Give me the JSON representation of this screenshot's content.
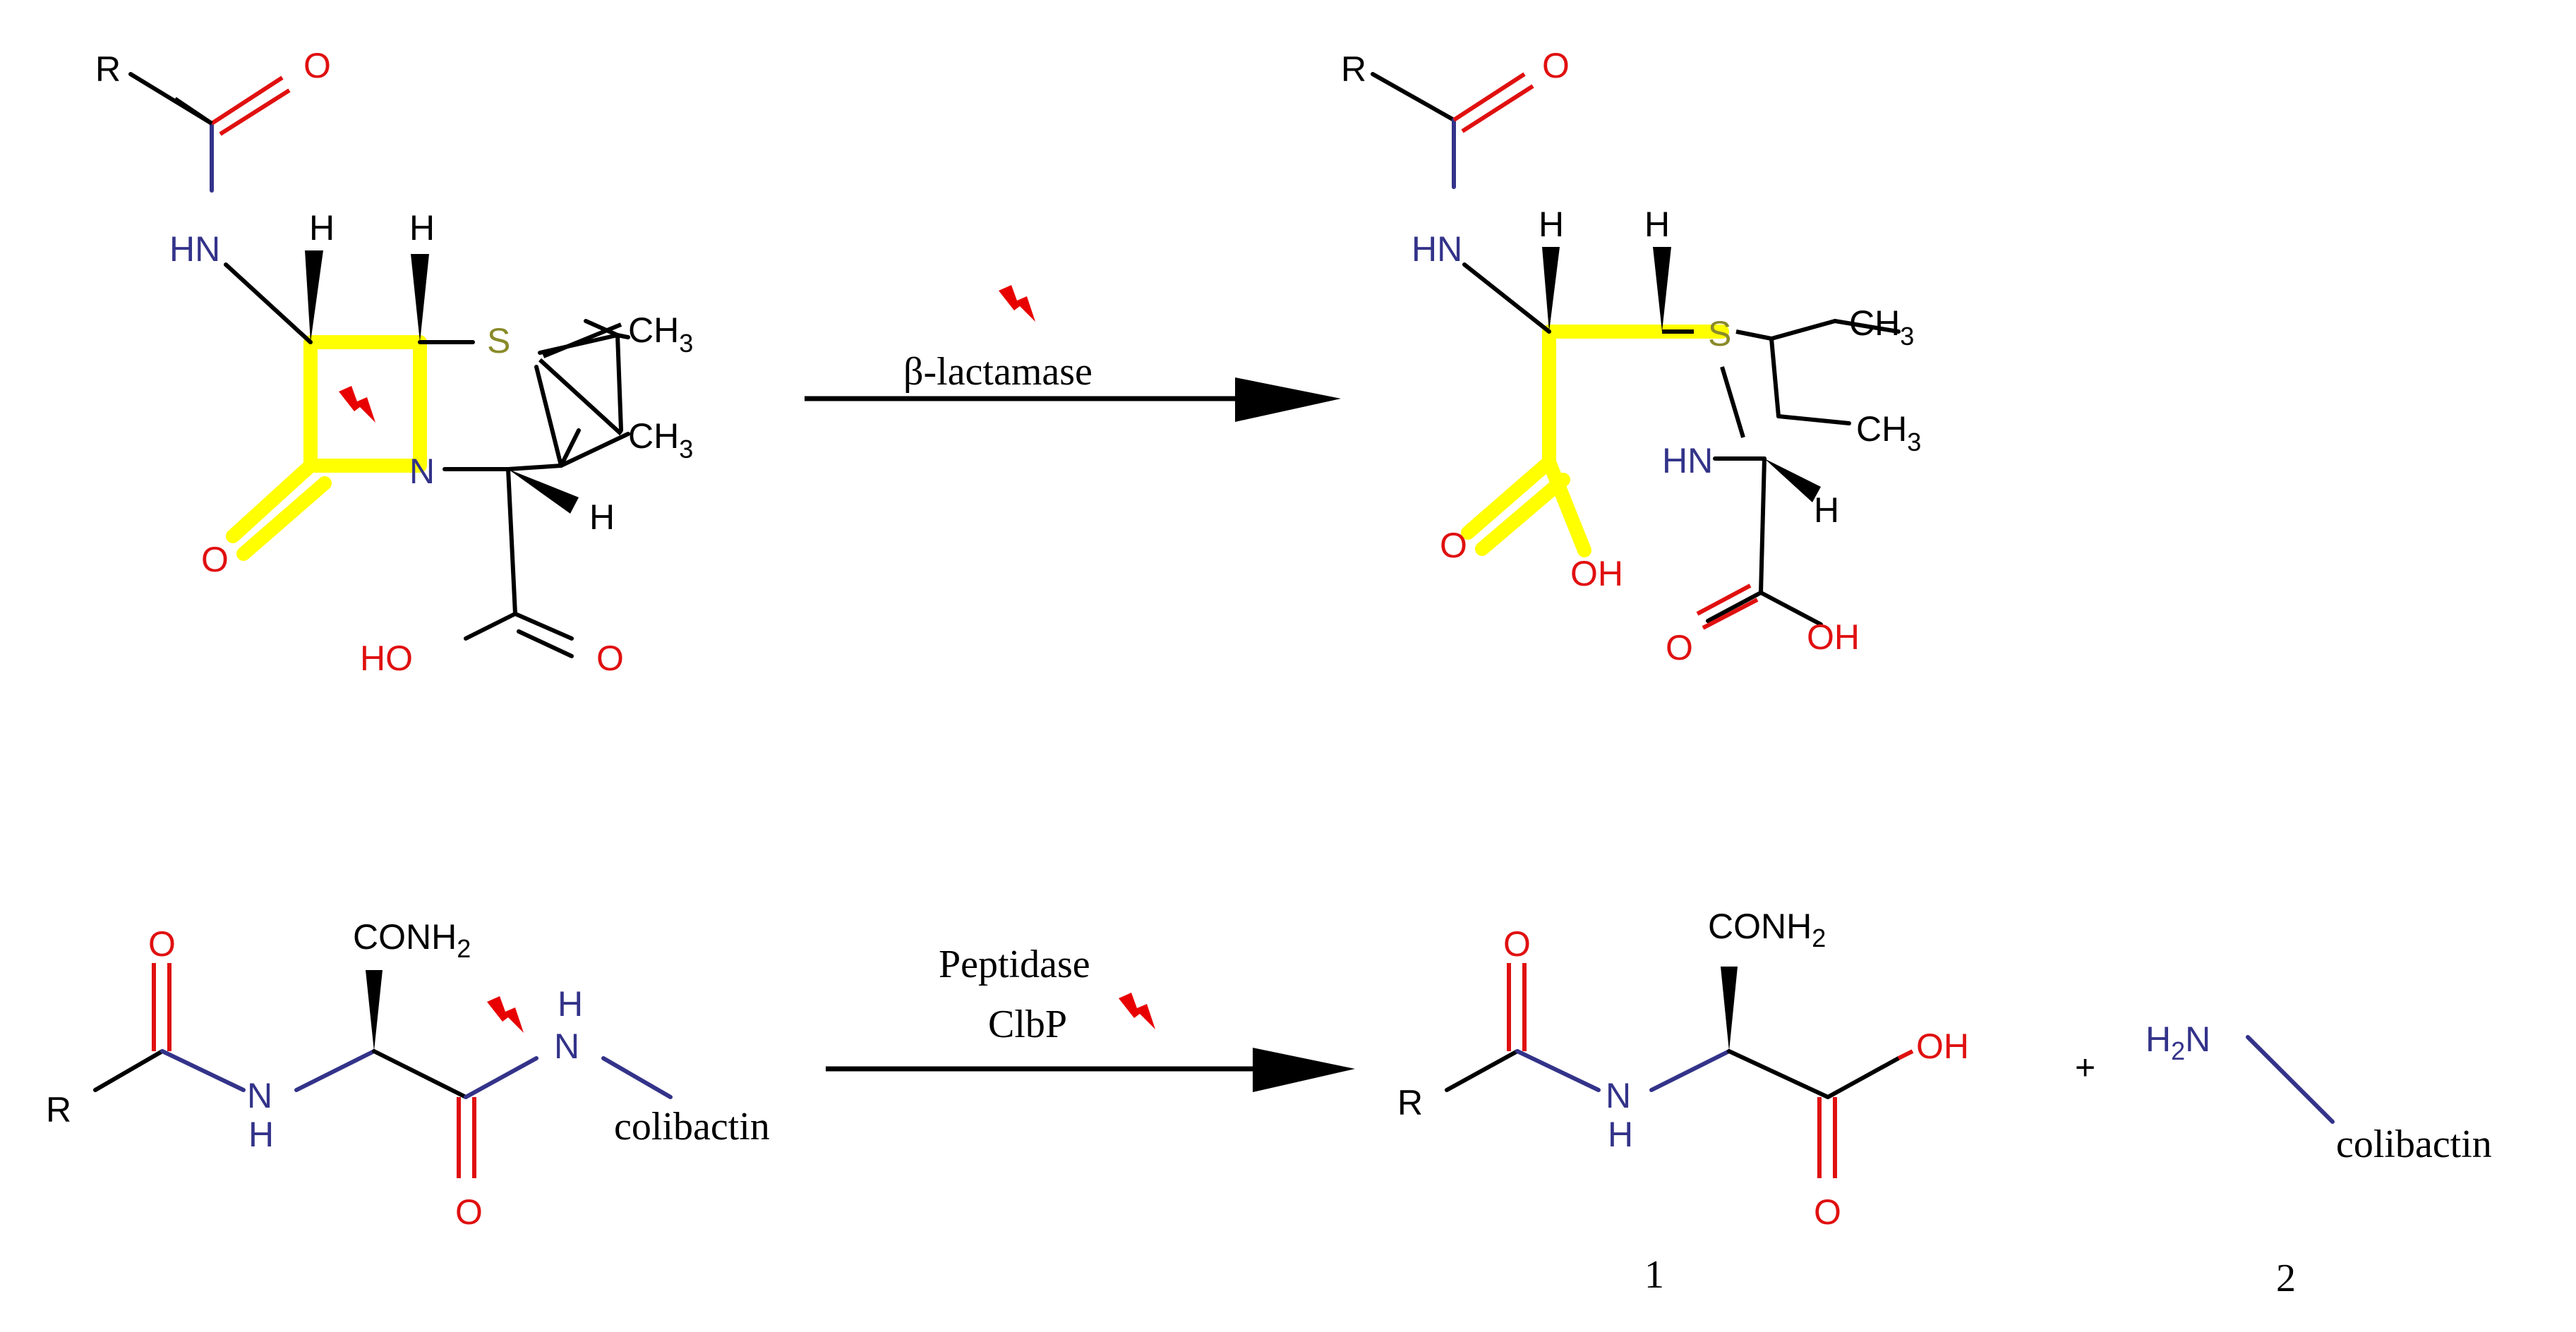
{
  "colors": {
    "bond": "#000000",
    "nitrogen": "#33338a",
    "oxygen": "#e01010",
    "sulfur": "#8a8a2a",
    "highlight": "#ffff00",
    "cleavage": "#e80000"
  },
  "icons": [
    "lightning-bolt-icon"
  ],
  "reaction1": {
    "reactant": {
      "r": "R",
      "o_amide": "O",
      "hn": "HN",
      "h1": "H",
      "h2": "H",
      "s": "S",
      "ch3_a": "CH",
      "ch3_b": "CH",
      "sub3": "3",
      "n": "N",
      "h3": "H",
      "o_lactam": "O",
      "ho": "HO",
      "o_acid": "O"
    },
    "enzyme": "β-lactamase",
    "product": {
      "r": "R",
      "o_amide": "O",
      "hn": "HN",
      "h1": "H",
      "h2": "H",
      "s": "S",
      "ch3_a": "CH",
      "ch3_b": "CH",
      "sub3": "3",
      "hn2": "HN",
      "h3": "H",
      "o_open": "O",
      "oh_open": "OH",
      "o_acid": "O",
      "oh_acid": "OH"
    }
  },
  "reaction2": {
    "reactant": {
      "o_top": "O",
      "r": "R",
      "nh_n": "N",
      "nh_h": "H",
      "conh": "CONH",
      "sub2": "2",
      "o_bottom": "O",
      "h_top": "H",
      "n": "N",
      "colibactin": "colibactin"
    },
    "enzyme_line1": "Peptidase",
    "enzyme_line2": "ClbP",
    "product1": {
      "o_top": "O",
      "r": "R",
      "nh_n": "N",
      "nh_h": "H",
      "conh": "CONH",
      "sub2": "2",
      "oh": "OH",
      "o_bottom": "O",
      "number": "1"
    },
    "plus": "+",
    "product2": {
      "h2n": "H",
      "sub2": "2",
      "n": "N",
      "colibactin": "colibactin",
      "number": "2"
    }
  }
}
